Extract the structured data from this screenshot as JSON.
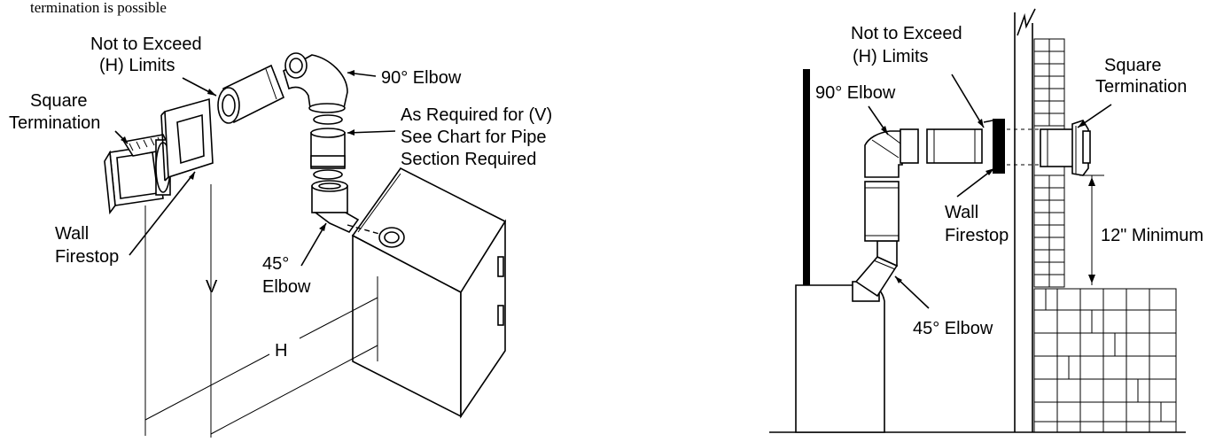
{
  "header": {
    "partial_text": "termination is possible"
  },
  "left_diagram": {
    "not_to_exceed_1": "Not to Exceed",
    "not_to_exceed_2": "(H) Limits",
    "elbow_90": "90° Elbow",
    "required_1": "As Required for (V)",
    "required_2": "See Chart for Pipe",
    "required_3": "Section Required",
    "square_1": "Square",
    "square_2": "Termination",
    "wall_1": "Wall",
    "wall_2": "Firestop",
    "elbow_45_1": "45°",
    "elbow_45_2": "Elbow",
    "dim_v": "V",
    "dim_h": "H"
  },
  "right_diagram": {
    "not_to_exceed_1": "Not to Exceed",
    "not_to_exceed_2": "(H) Limits",
    "square_1": "Square",
    "square_2": "Termination",
    "elbow_90": "90° Elbow",
    "wall_1": "Wall",
    "wall_2": "Firestop",
    "minimum": "12\" Minimum",
    "elbow_45": "45° Elbow"
  }
}
